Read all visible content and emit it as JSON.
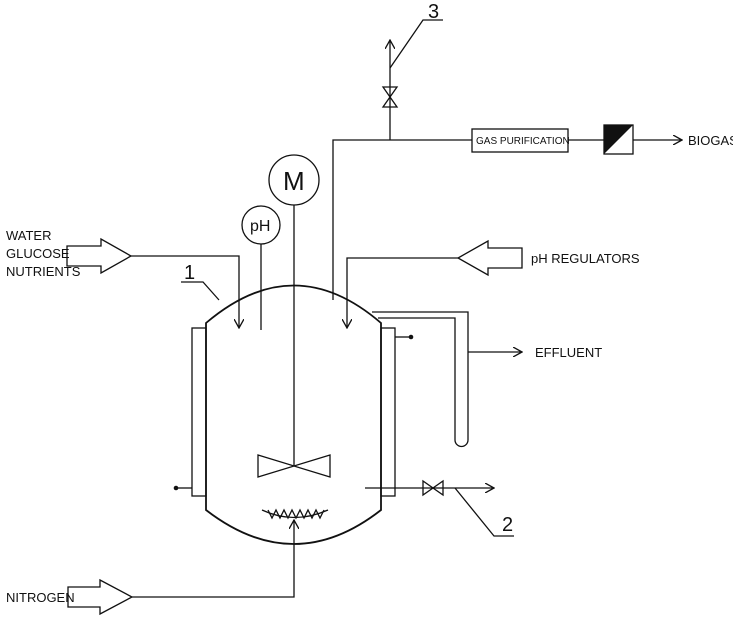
{
  "labels": {
    "inlet_water": "WATER",
    "inlet_glucose": "GLUCOSE",
    "inlet_nutrients": "NUTRIENTS",
    "ph_regulators": "pH  REGULATORS",
    "effluent": "EFFLUENT",
    "gas_purification": "GAS PURIFICATION",
    "biogas": "BIOGAS",
    "nitrogen": "NITROGEN",
    "ph_probe": "pH",
    "motor": "M",
    "callout_1": "1",
    "callout_2": "2",
    "callout_3": "3"
  },
  "colors": {
    "line": "#111111",
    "background": "#ffffff"
  }
}
